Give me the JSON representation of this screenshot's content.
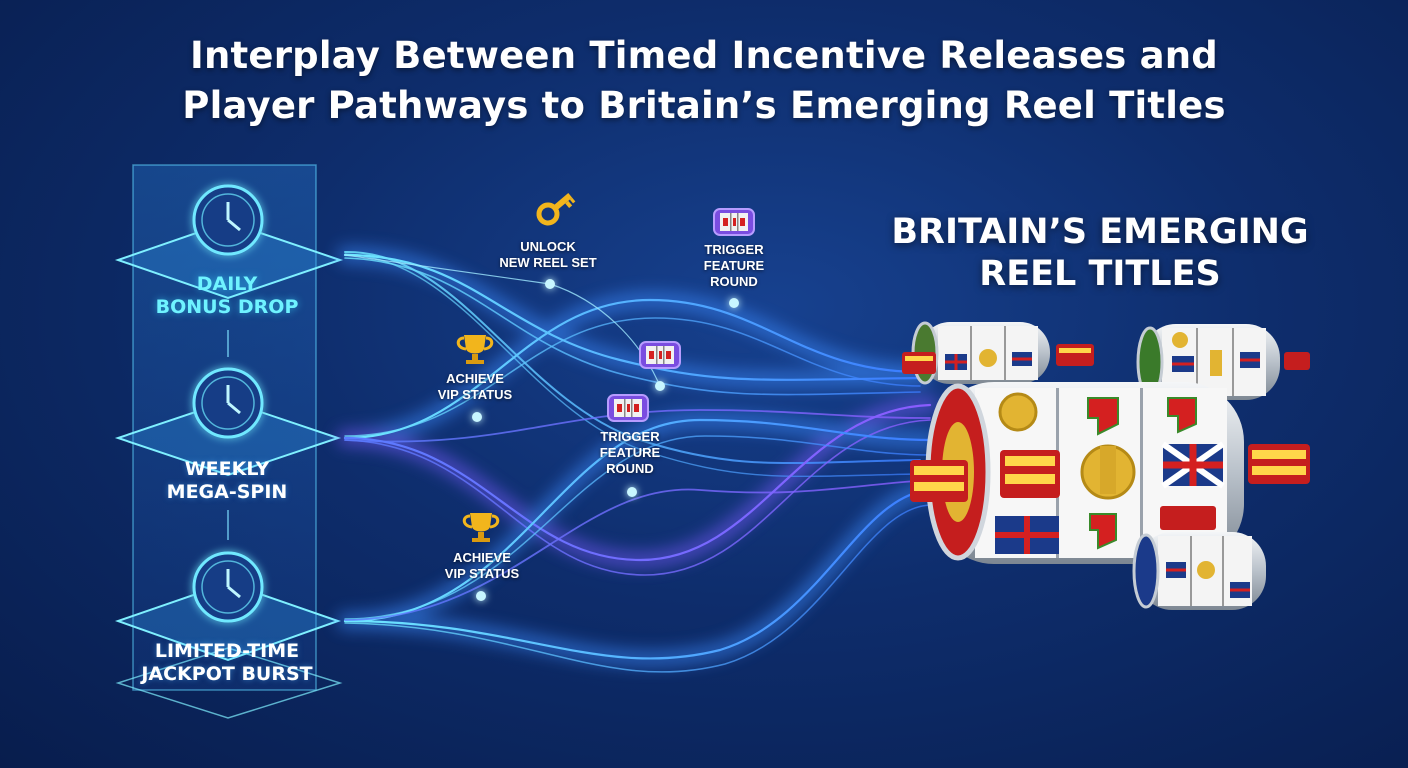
{
  "title": {
    "line1": "Interplay Between Timed Incentive Releases and",
    "line2": "Player Pathways to Britain’s Emerging Reel Titles"
  },
  "sources": [
    {
      "line1": "DAILY",
      "line2": "BONUS DROP",
      "icon": "clock-icon",
      "color": "#6ff3ff"
    },
    {
      "line1": "WEEKLY",
      "line2": "MEGA-SPIN",
      "icon": "clock-icon",
      "color": "#ffffff"
    },
    {
      "line1": "LIMITED-TIME",
      "line2": "JACKPOT BURST",
      "icon": "clock-icon",
      "color": "#ffffff"
    }
  ],
  "milestones": [
    {
      "line1": "UNLOCK",
      "line2": "NEW REEL SET",
      "line3": "",
      "icon": "key-icon"
    },
    {
      "line1": "TRIGGER",
      "line2": "FEATURE",
      "line3": "ROUND",
      "icon": "slot-reel-icon"
    },
    {
      "line1": "ACHIEVE",
      "line2": "VIP STATUS",
      "line3": "",
      "icon": "trophy-icon"
    },
    {
      "line1": "TRIGGER",
      "line2": "FEATURE",
      "line3": "ROUND",
      "icon": "slot-reel-icon"
    },
    {
      "line1": "ACHIEVE",
      "line2": "VIP STATUS",
      "line3": "",
      "icon": "trophy-icon"
    }
  ],
  "destination": {
    "line1": "BRITAIN’S EMERGING",
    "line2": "REEL TITLES",
    "icons": [
      "slot-reel-icon",
      "union-jack-icon",
      "big-ben-icon",
      "double-decker-bus-icon",
      "gear-icon",
      "red-j-symbol-icon"
    ]
  },
  "colors": {
    "background": "#0e2d6c",
    "cyan_accent": "#6ff3ff",
    "stream_blue": "#3d8dff",
    "stream_violet": "#7b5cff",
    "bus_red": "#d42020",
    "trophy_gold": "#f2b51c"
  }
}
